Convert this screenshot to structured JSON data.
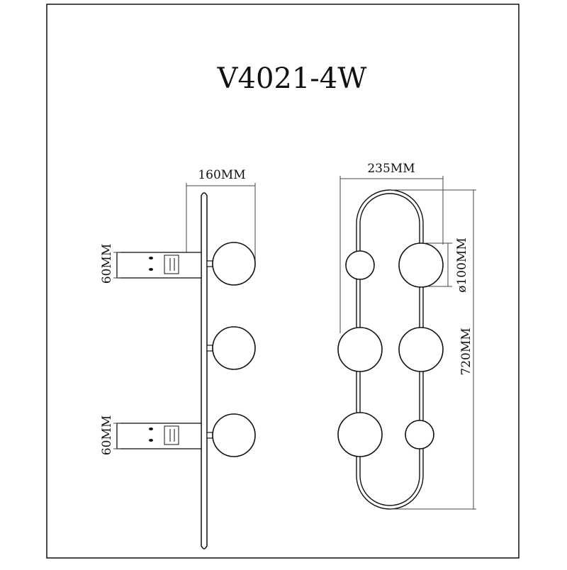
{
  "title": "V4021-4W",
  "side_view": {
    "width_label": "160MM",
    "mount_top_label": "60MM",
    "mount_bottom_label": "60MM"
  },
  "front_view": {
    "width_label": "235MM",
    "globe_label": "ø100MM",
    "height_label": "720MM"
  }
}
